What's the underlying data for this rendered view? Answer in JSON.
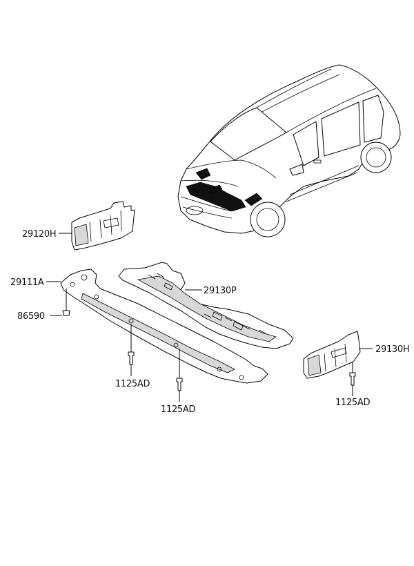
{
  "labels": {
    "p29120H": "29120H",
    "p29111A": "29111A",
    "p86590": "86590",
    "p29130P": "29130P",
    "p1125AD_a": "1125AD",
    "p1125AD_b": "1125AD",
    "p29130H": "29130H",
    "p1125AD_c": "1125AD"
  }
}
